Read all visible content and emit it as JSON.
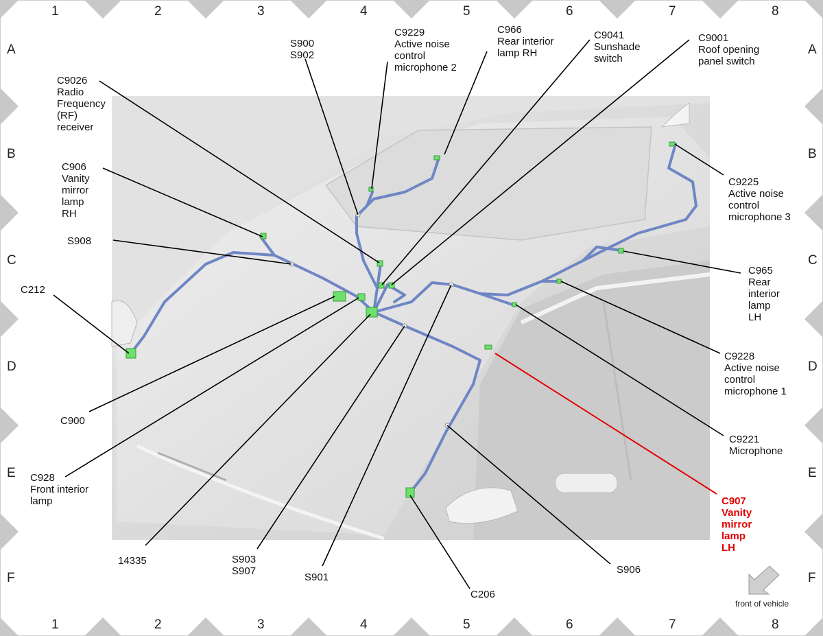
{
  "grid": {
    "columns": [
      "1",
      "2",
      "3",
      "4",
      "5",
      "6",
      "7",
      "8"
    ],
    "rows": [
      "A",
      "B",
      "C",
      "D",
      "E",
      "F"
    ]
  },
  "colors": {
    "harness": "#6e86c4",
    "connector": "#6ee06e",
    "leader": "#000000",
    "highlight": "#e30000",
    "car_body": "#d9d9d9",
    "marker_gray": "#c8c8c8"
  },
  "labels": {
    "c9026": [
      "C9026",
      "Radio",
      "Frequency",
      "(RF)",
      "receiver"
    ],
    "s900": [
      "S900",
      "S902"
    ],
    "c9229": [
      "C9229",
      "Active noise",
      "control",
      "microphone 2"
    ],
    "c966": [
      "C966",
      "Rear interior",
      "lamp RH"
    ],
    "c9041": [
      "C9041",
      "Sunshade",
      "switch"
    ],
    "c9001": [
      "C9001",
      "Roof opening",
      "panel switch"
    ],
    "c906": [
      "C906",
      "Vanity",
      "mirror",
      "lamp",
      "RH"
    ],
    "s908": [
      "S908"
    ],
    "c212": [
      "C212"
    ],
    "c9225": [
      "C9225",
      "Active noise",
      "control",
      "microphone 3"
    ],
    "c965": [
      "C965",
      "Rear",
      "interior",
      "lamp",
      "LH"
    ],
    "c9228": [
      "C9228",
      "Active noise",
      "control",
      "microphone 1"
    ],
    "c9221": [
      "C9221",
      "Microphone"
    ],
    "c907": [
      "C907",
      "Vanity",
      "mirror",
      "lamp",
      "LH"
    ],
    "c900": [
      "C900"
    ],
    "c928": [
      "C928",
      "Front interior",
      "lamp"
    ],
    "n14335": [
      "14335"
    ],
    "s903": [
      "S903",
      "S907"
    ],
    "s901": [
      "S901"
    ],
    "c206": [
      "C206"
    ],
    "s906": [
      "S906"
    ]
  },
  "front_of_vehicle": "front of vehicle"
}
